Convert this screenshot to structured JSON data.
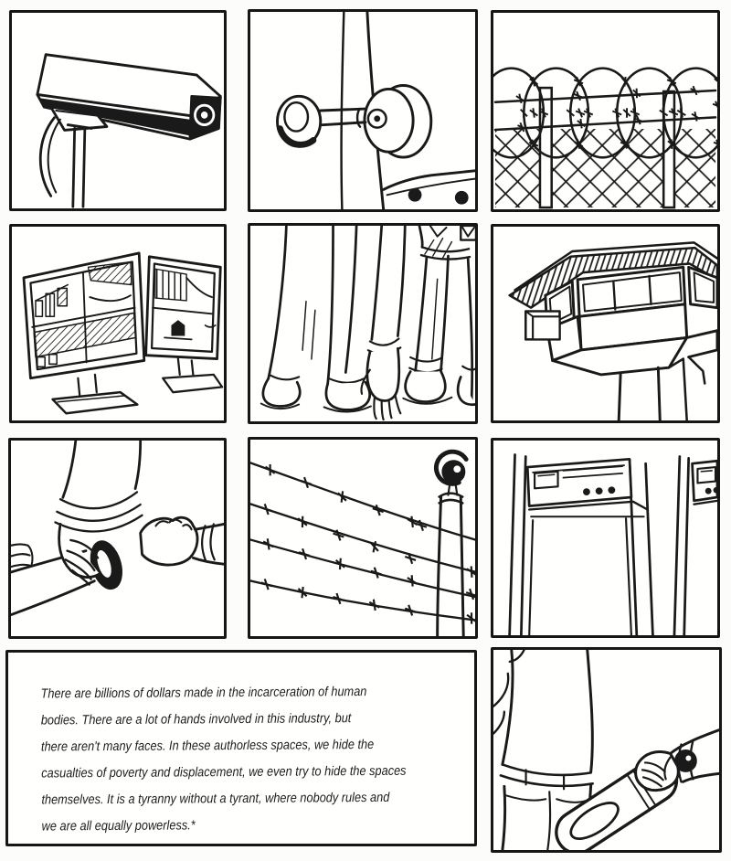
{
  "colors": {
    "ink": "#1a1a1a",
    "paper": "#fffffd",
    "page_background": "#fcfcfa"
  },
  "caption": {
    "lines": [
      "There are billions of dollars made in the incarceration of human",
      "bodies. There are a lot of hands involved in this industry, but",
      "there aren't many faces. In these authorless spaces, we hide the",
      "casualties of poverty and displacement, we even try to hide the spaces",
      "themselves. It is a tyranny without a tyrant, where nobody rules and",
      "we are all equally powerless.*"
    ]
  },
  "panels": [
    {
      "name": "cctv-camera",
      "description": "Wall-mounted CCTV security camera on a bracket with cable"
    },
    {
      "name": "key-in-lock",
      "description": "Skeleton key inserted into a round lock on a door edge"
    },
    {
      "name": "razor-wire-fence",
      "description": "Concertina razor-wire coils atop a chain-link fence"
    },
    {
      "name": "surveillance-monitors",
      "description": "Two desktop monitors showing split-screen CCTV feeds"
    },
    {
      "name": "detained-figures",
      "description": "Legs, shoes and hands of people standing in a line"
    },
    {
      "name": "watchtower",
      "description": "Prison guard watchtower seen from below"
    },
    {
      "name": "handcuffed-hands",
      "description": "A hand gripping a handcuffed wrist beside a clenched fist"
    },
    {
      "name": "barbed-wire-camera",
      "description": "Strands of barbed wire beside a pole-mounted security camera"
    },
    {
      "name": "metal-detectors",
      "description": "Walk-through metal detector gates with indicator panels"
    },
    {
      "name": "caption",
      "description": "Handwritten caption about the incarceration industry"
    },
    {
      "name": "wand-search",
      "description": "A hand with a wristwatch scanning a person with a handheld metal detector"
    }
  ]
}
